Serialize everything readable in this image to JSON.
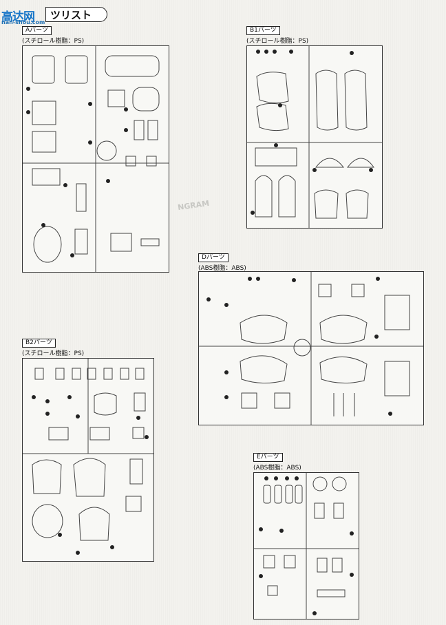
{
  "header": {
    "logo_text": "高达网",
    "logo_url_text": "nan-shou.com",
    "title": "ツリスト"
  },
  "sections": [
    {
      "id": "A",
      "name": "Aパーツ",
      "material": "(スチロール樹脂：PS)"
    },
    {
      "id": "B1",
      "name": "B1パーツ",
      "material": "(スチロール樹脂：PS)"
    },
    {
      "id": "D",
      "name": "Dパーツ",
      "material": "(ABS樹脂：ABS)"
    },
    {
      "id": "B2",
      "name": "B2パーツ",
      "material": "(スチロール樹脂：PS)"
    },
    {
      "id": "E",
      "name": "Eパーツ",
      "material": "(ABS樹脂：ABS)"
    }
  ],
  "background_watermark": "NGRAM",
  "colors": {
    "line": "#333333",
    "logo": "#1976c8"
  }
}
